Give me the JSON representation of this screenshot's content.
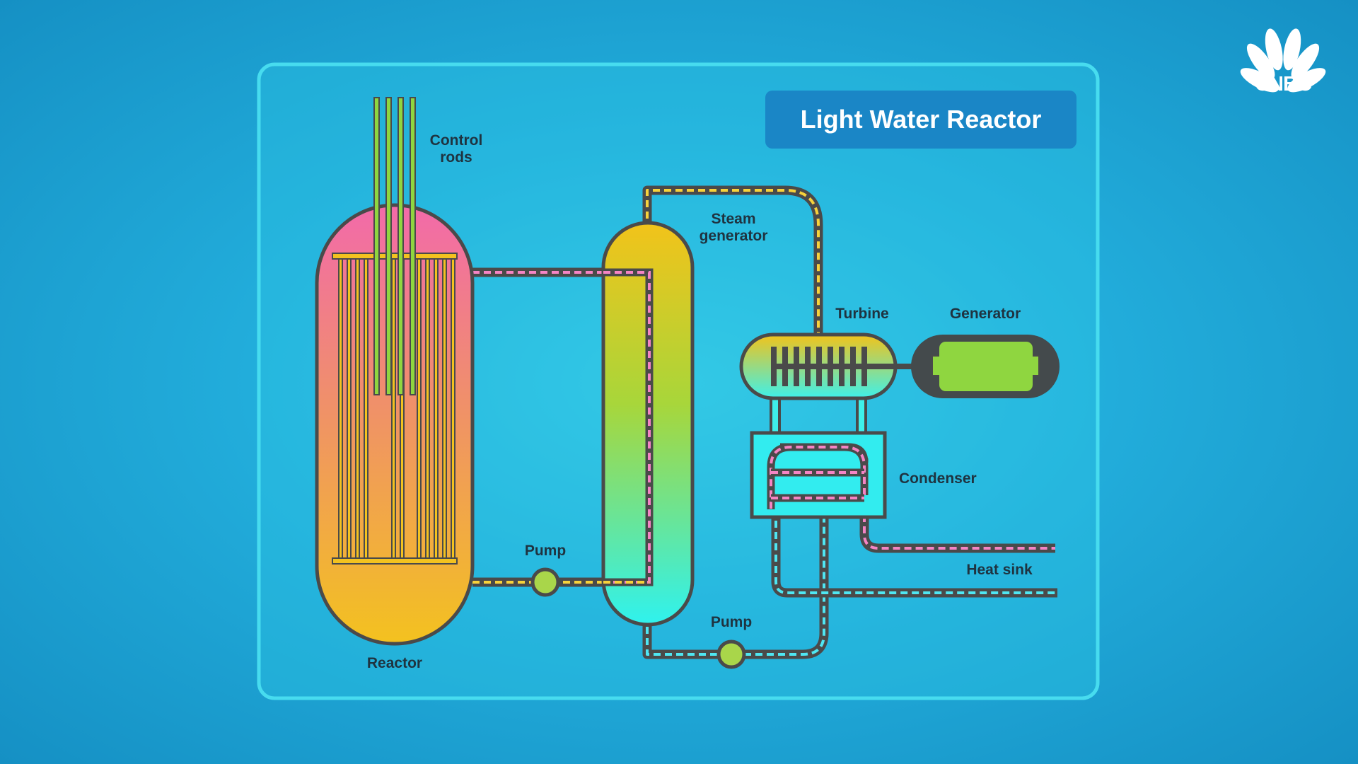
{
  "title": "Light Water Reactor",
  "logo": {
    "text": "CNBC",
    "icon": "peacock-icon"
  },
  "labels": {
    "control_rods_line1": "Control",
    "control_rods_line2": "rods",
    "steam_generator_line1": "Steam",
    "steam_generator_line2": "generator",
    "turbine": "Turbine",
    "generator": "Generator",
    "condenser": "Condenser",
    "heat_sink": "Heat sink",
    "pump_primary": "Pump",
    "pump_secondary": "Pump",
    "reactor": "Reactor"
  },
  "colors": {
    "panel_border": "#47dcef",
    "title_box": "#1a86c6",
    "reactor_top": "#f06aa8",
    "reactor_bottom": "#f3c21f",
    "steam_gen_top": "#f2c31a",
    "steam_gen_bottom": "#2ff2ee",
    "generator_body": "#444a4c",
    "generator_core": "#8fd640",
    "primary_loop": "#f584c4",
    "secondary_loop": "#f7d23b",
    "cooling_loop": "#4fe6f2",
    "outline": "#4a4a4a"
  }
}
